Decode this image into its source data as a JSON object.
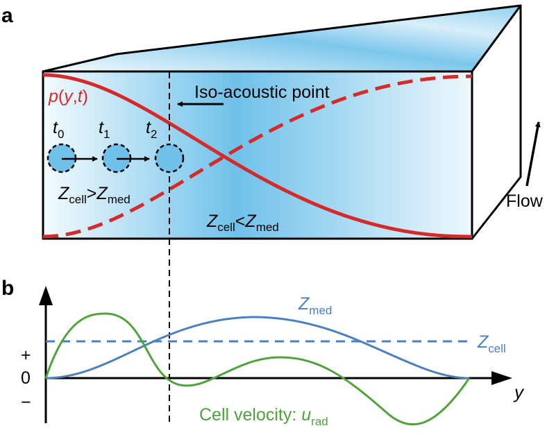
{
  "panel_a": {
    "label": "a",
    "pressure": {
      "p": "p",
      "open": "(",
      "y": "y",
      "comma": ",",
      "t": "t",
      "close": ")"
    },
    "iso_acoustic": "Iso-acoustic point",
    "times": [
      {
        "base": "t",
        "sub": "0"
      },
      {
        "base": "t",
        "sub": "1"
      },
      {
        "base": "t",
        "sub": "2"
      }
    ],
    "z_left": {
      "z1": "Z",
      "s1": "cell",
      "op": ">",
      "z2": "Z",
      "s2": "med"
    },
    "z_right": {
      "z1": "Z",
      "s1": "cell",
      "op": "<",
      "z2": "Z",
      "s2": "med"
    },
    "flow": "Flow"
  },
  "panel_b": {
    "label": "b",
    "plus": "+",
    "zero": "0",
    "minus": "−",
    "y_axis": "y",
    "z_med": {
      "base": "Z",
      "sub": "med"
    },
    "z_cell": {
      "base": "Z",
      "sub": "cell"
    },
    "velocity": {
      "text": "Cell velocity: ",
      "base": "u",
      "sub": "rad"
    }
  },
  "colors": {
    "pressure": "#d42a2a",
    "z_med": "#4a7fc1",
    "z_cell": "#4a7fc1",
    "velocity": "#4ea33a",
    "channel": "#6fc1ea"
  },
  "icons": [
    "arrow-left-icon",
    "arrow-flow-icon",
    "arrow-right-icon",
    "cell-circle-icon"
  ]
}
